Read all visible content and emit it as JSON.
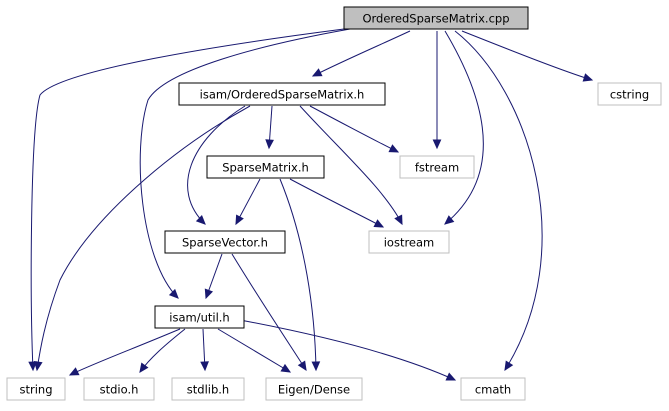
{
  "diagram": {
    "colors": {
      "edge": "#191970",
      "root_fill": "#bfbfbf",
      "root_border": "#000000",
      "internal_border": "#000000",
      "external_border": "#bfbfbf",
      "text_normal": "#000000",
      "text_external": "#000000"
    },
    "nodes": [
      {
        "id": "root",
        "label": "OrderedSparseMatrix.cpp",
        "kind": "root"
      },
      {
        "id": "osm_h",
        "label": "isam/OrderedSparseMatrix.h",
        "kind": "internal"
      },
      {
        "id": "cstring",
        "label": "cstring",
        "kind": "external"
      },
      {
        "id": "sm_h",
        "label": "SparseMatrix.h",
        "kind": "internal"
      },
      {
        "id": "fstream",
        "label": "fstream",
        "kind": "external"
      },
      {
        "id": "sv_h",
        "label": "SparseVector.h",
        "kind": "internal"
      },
      {
        "id": "iostream",
        "label": "iostream",
        "kind": "external"
      },
      {
        "id": "util_h",
        "label": "isam/util.h",
        "kind": "internal"
      },
      {
        "id": "string",
        "label": "string",
        "kind": "external"
      },
      {
        "id": "stdio",
        "label": "stdio.h",
        "kind": "external"
      },
      {
        "id": "stdlib",
        "label": "stdlib.h",
        "kind": "external"
      },
      {
        "id": "eigen",
        "label": "Eigen/Dense",
        "kind": "external"
      },
      {
        "id": "cmath",
        "label": "cmath",
        "kind": "external"
      }
    ],
    "edges": [
      {
        "from": "root",
        "to": "osm_h"
      },
      {
        "from": "root",
        "to": "string"
      },
      {
        "from": "root",
        "to": "util_h"
      },
      {
        "from": "root",
        "to": "fstream"
      },
      {
        "from": "root",
        "to": "iostream"
      },
      {
        "from": "root",
        "to": "cmath"
      },
      {
        "from": "root",
        "to": "cstring"
      },
      {
        "from": "osm_h",
        "to": "sm_h"
      },
      {
        "from": "osm_h",
        "to": "string"
      },
      {
        "from": "osm_h",
        "to": "sv_h"
      },
      {
        "from": "osm_h",
        "to": "fstream"
      },
      {
        "from": "osm_h",
        "to": "iostream"
      },
      {
        "from": "sm_h",
        "to": "sv_h"
      },
      {
        "from": "sm_h",
        "to": "iostream"
      },
      {
        "from": "sm_h",
        "to": "eigen"
      },
      {
        "from": "sv_h",
        "to": "util_h"
      },
      {
        "from": "sv_h",
        "to": "eigen"
      },
      {
        "from": "util_h",
        "to": "string"
      },
      {
        "from": "util_h",
        "to": "stdio"
      },
      {
        "from": "util_h",
        "to": "stdlib"
      },
      {
        "from": "util_h",
        "to": "eigen"
      },
      {
        "from": "util_h",
        "to": "cmath"
      }
    ]
  }
}
